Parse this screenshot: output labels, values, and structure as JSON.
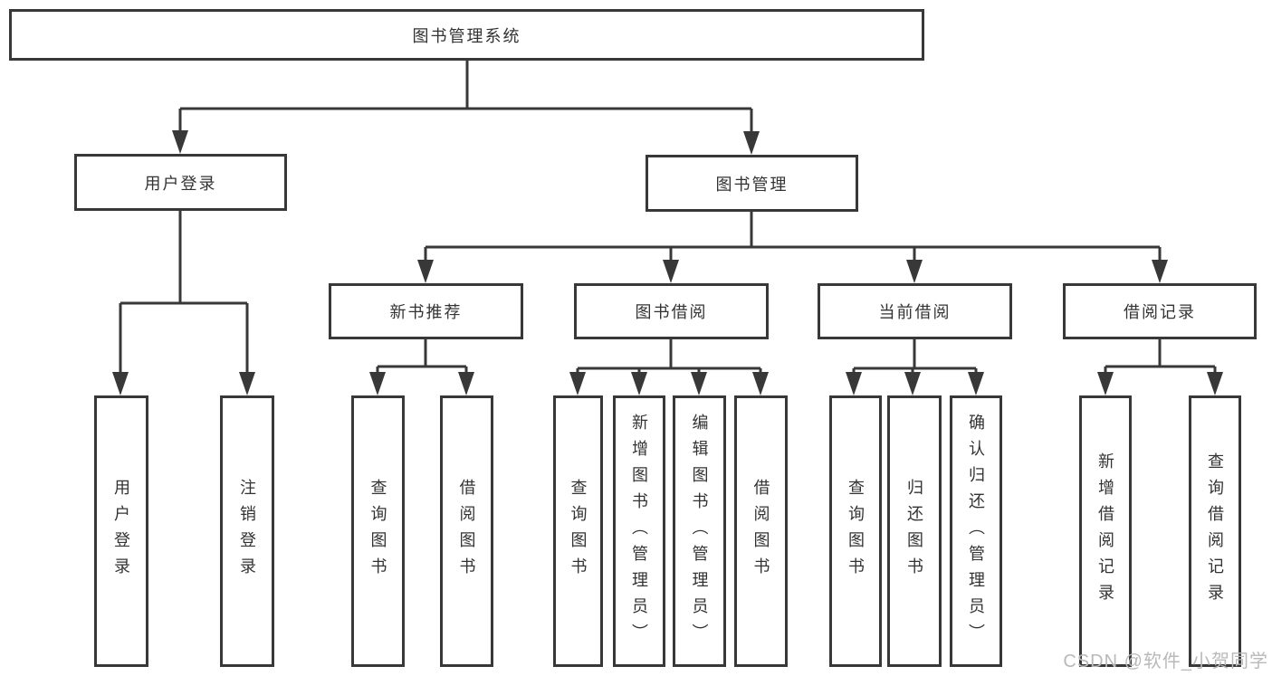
{
  "diagram": {
    "root": {
      "label": "图书管理系统"
    },
    "branches": [
      {
        "label": "用户登录",
        "children": [
          {
            "label": "用户登录"
          },
          {
            "label": "注销登录"
          }
        ]
      },
      {
        "label": "图书管理",
        "children": [
          {
            "label": "新书推荐",
            "children": [
              {
                "label": "查询图书"
              },
              {
                "label": "借阅图书"
              }
            ]
          },
          {
            "label": "图书借阅",
            "children": [
              {
                "label": "查询图书"
              },
              {
                "label": "新增图书（管理员）"
              },
              {
                "label": "编辑图书（管理员）"
              },
              {
                "label": "借阅图书"
              }
            ]
          },
          {
            "label": "当前借阅",
            "children": [
              {
                "label": "查询图书"
              },
              {
                "label": "归还图书"
              },
              {
                "label": "确认归还（管理员）"
              }
            ]
          },
          {
            "label": "借阅记录",
            "children": [
              {
                "label": "新增借阅记录"
              },
              {
                "label": "查询借阅记录"
              }
            ]
          }
        ]
      }
    ]
  },
  "watermark": {
    "text": "CSDN @软件_小贺同学",
    "color": "#b9b9b9"
  },
  "colors": {
    "line": "#383838",
    "box_border": "#383838",
    "box_bg": "#ffffff",
    "text": "#333333",
    "background": "#ffffff"
  }
}
